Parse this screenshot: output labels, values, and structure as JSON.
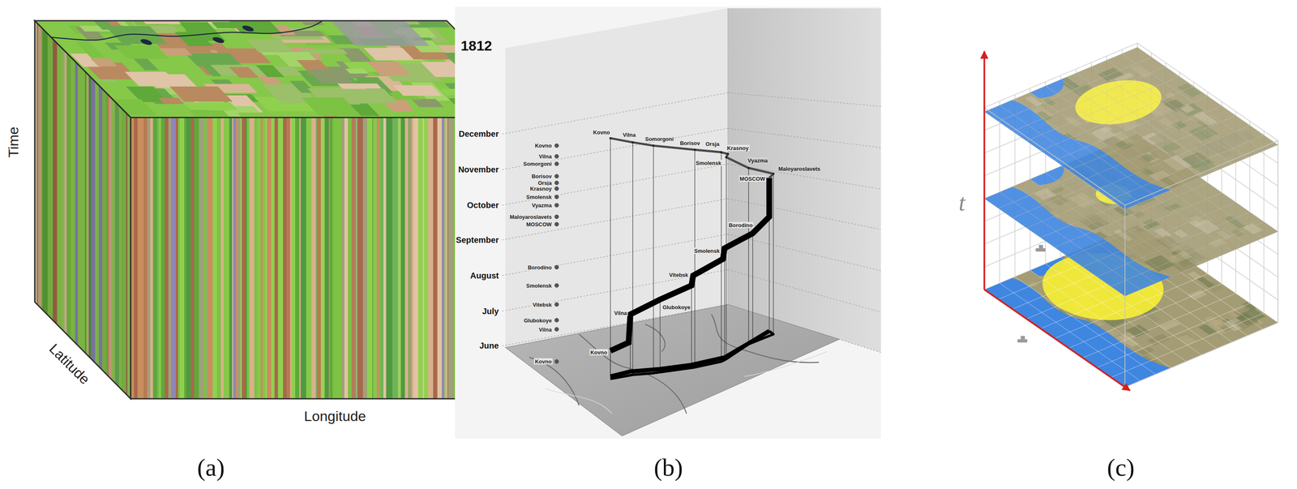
{
  "diagram": {
    "labels": [
      "Time",
      "Latitude",
      "Longitude",
      "(a)",
      "1812",
      "December",
      "November",
      "October",
      "September",
      "August",
      "July",
      "June",
      "Kovno",
      "Vilna",
      "Somorgoni",
      "Borisov",
      "Orsja",
      "Krasnoy",
      "Smolensk",
      "Vyazma",
      "Maloyaroslavets",
      "MOSCOW",
      "Borodino",
      "Smolensk",
      "Vitebsk",
      "Glubokoye",
      "Vilna",
      "Kovno",
      "Kovno",
      "Vilna",
      "Somorgoni",
      "Borisov",
      "Orsja",
      "Krasnoy",
      "Smolensk",
      "Vyazma",
      "Maloyaroslavets",
      "MOSCOW",
      "Borodino",
      "Smolensk",
      "Vitebsk",
      "Glubokoye",
      "Vilna",
      "Kovno",
      "(b)",
      "t",
      "(c)"
    ]
  }
}
